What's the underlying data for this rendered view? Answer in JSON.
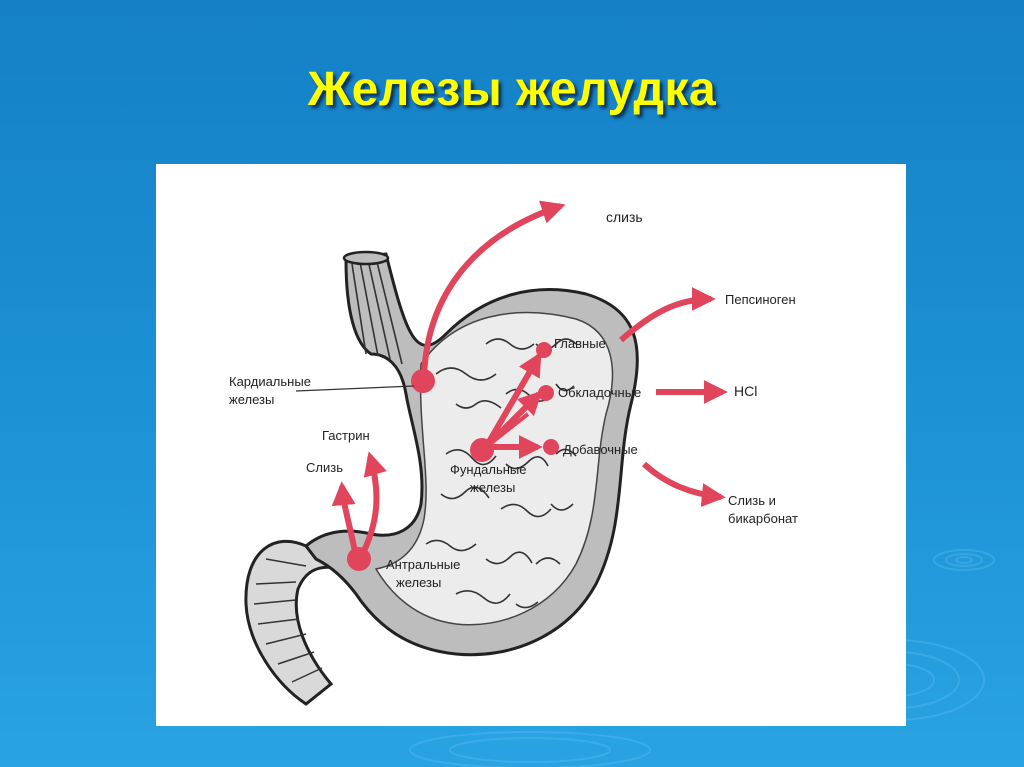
{
  "title": "Железы желудка",
  "labels": {
    "mucus_top": "слизь",
    "pepsinogen": "Пепсиноген",
    "hcl": "HCl",
    "mucus_bicarbonate_1": "Слизь и",
    "mucus_bicarbonate_2": "бикарбонат",
    "chief_cells": "Главные",
    "parietal_cells": "Обкладочные",
    "accessory_cells": "Добавочные",
    "cardiac_glands_1": "Кардиальные",
    "cardiac_glands_2": "железы",
    "fundic_glands_1": "Фундальные",
    "fundic_glands_2": "железы",
    "antral_glands_1": "Антральные",
    "antral_glands_2": "железы",
    "gastrin": "Гастрин",
    "mucus_left": "Слизь"
  },
  "colors": {
    "background": "#1a8fd2",
    "title": "#ffff00",
    "arrow": "#e0455b",
    "dot": "#e0455b"
  }
}
